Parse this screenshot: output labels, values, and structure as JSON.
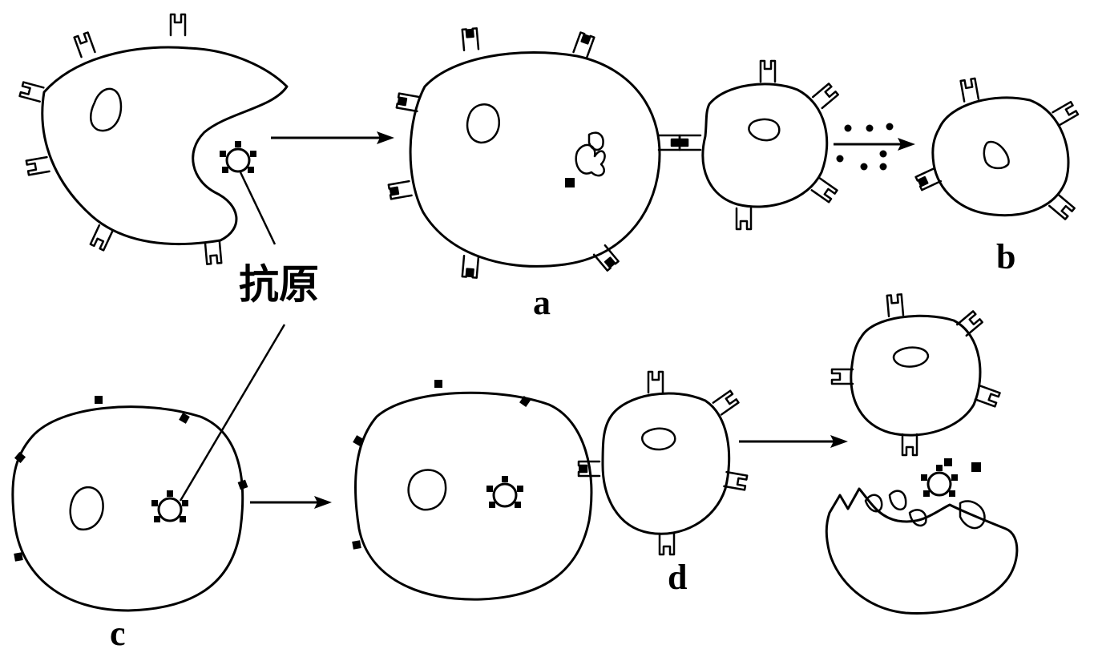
{
  "labels": {
    "antigen": "抗原",
    "a": "a",
    "b": "b",
    "c": "c",
    "d": "d"
  }
}
